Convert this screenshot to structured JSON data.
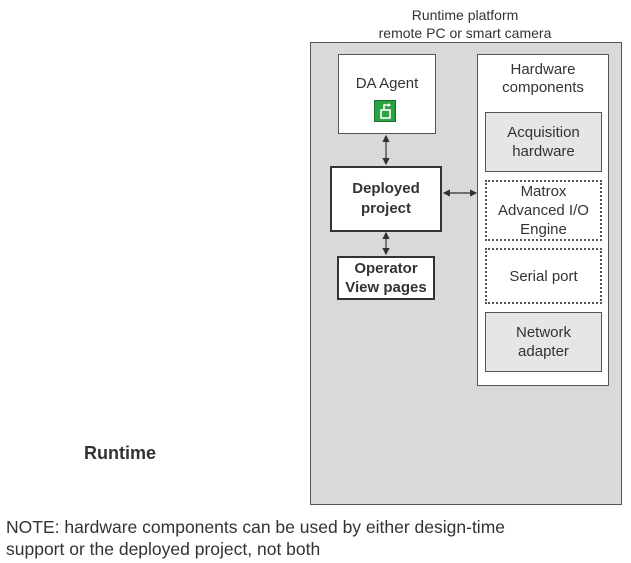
{
  "platform": {
    "title_line1": "Runtime platform",
    "title_line2": "remote PC or smart camera"
  },
  "da_agent": {
    "label": "DA Agent",
    "icon": "deploy-icon"
  },
  "deployed_project": {
    "line1": "Deployed",
    "line2": "project"
  },
  "operator_view": {
    "line1": "Operator",
    "line2": "View pages"
  },
  "hardware": {
    "title_line1": "Hardware",
    "title_line2": "components",
    "items": [
      {
        "line1": "Acquisition",
        "line2": "hardware",
        "line3": ""
      },
      {
        "line1": "Matrox",
        "line2": "Advanced I/O",
        "line3": "Engine"
      },
      {
        "line1": "Serial port",
        "line2": "",
        "line3": ""
      },
      {
        "line1": "Network",
        "line2": "adapter",
        "line3": ""
      }
    ]
  },
  "runtime_label": "Runtime",
  "note": {
    "line1": "NOTE: hardware components can be used by either design-time",
    "line2": "support or the deployed project, not both"
  },
  "colors": {
    "platform_bg": "#d9d9d9",
    "hardware_item_bg": "#e6e6e6",
    "agent_icon": "#2aa342"
  }
}
